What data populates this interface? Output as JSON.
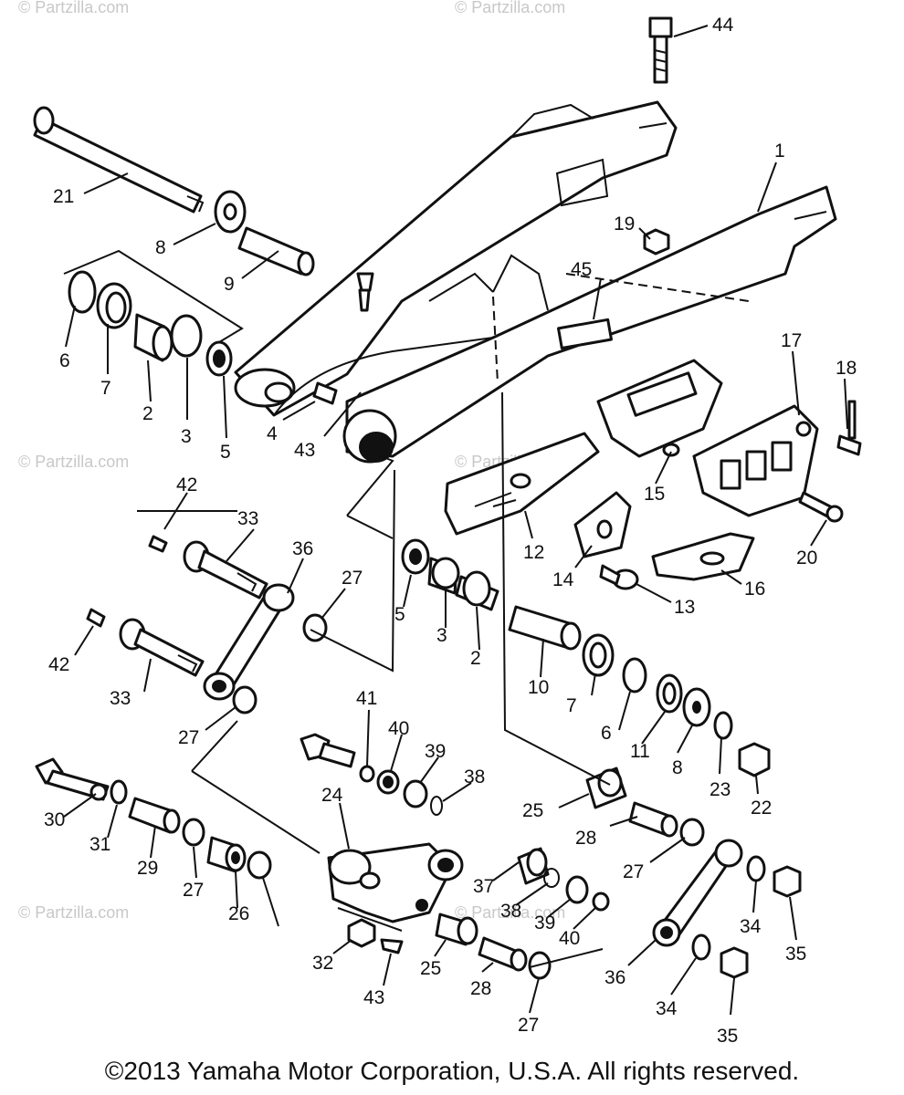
{
  "watermarks": [
    {
      "text": "© Partzilla.com"
    },
    {
      "text": "© Partzilla.com"
    },
    {
      "text": "© Partzilla.com"
    },
    {
      "text": "© Partzilla.com"
    },
    {
      "text": "© Partzilla.com"
    },
    {
      "text": "© Partzilla.com"
    }
  ],
  "callouts": [
    "44",
    "1",
    "21",
    "8",
    "9",
    "19",
    "45",
    "6",
    "7",
    "2",
    "3",
    "5",
    "4",
    "43",
    "17",
    "18",
    "42",
    "33",
    "36",
    "27",
    "5",
    "3",
    "2",
    "12",
    "15",
    "14",
    "20",
    "16",
    "13",
    "42",
    "33",
    "10",
    "7",
    "6",
    "11",
    "8",
    "23",
    "22",
    "27",
    "41",
    "40",
    "39",
    "38",
    "30",
    "31",
    "29",
    "24",
    "25",
    "28",
    "27",
    "26",
    "27",
    "37",
    "38",
    "39",
    "40",
    "32",
    "43",
    "25",
    "28",
    "27",
    "36",
    "34",
    "35",
    "34",
    "35"
  ],
  "copyright": "©2013 Yamaha Motor Corporation, U.S.A. All rights reserved."
}
